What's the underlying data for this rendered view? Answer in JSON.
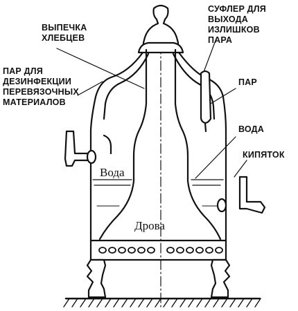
{
  "labels": {
    "bread": [
      "ВЫПЕЧКА",
      "ХЛЕБЦЕВ"
    ],
    "steam_vent": [
      "СУФЛЕР ДЛЯ",
      "ВЫХОДА",
      "ИЗЛИШКОВ",
      "ПАРА"
    ],
    "disinfection": [
      "ПАР ДЛЯ",
      "ДЕЗИНФЕКЦИИ",
      "ПЕРЕВЯЗОЧНЫХ",
      "МАТЕРИАЛОВ"
    ],
    "steam": "ПАР",
    "water_right": "ВОДА",
    "boiling_water": "КИПЯТОК",
    "water_inside": "Вода",
    "firewood": "Дрова"
  },
  "colors": {
    "ink": "#111111",
    "background": "#ffffff"
  }
}
